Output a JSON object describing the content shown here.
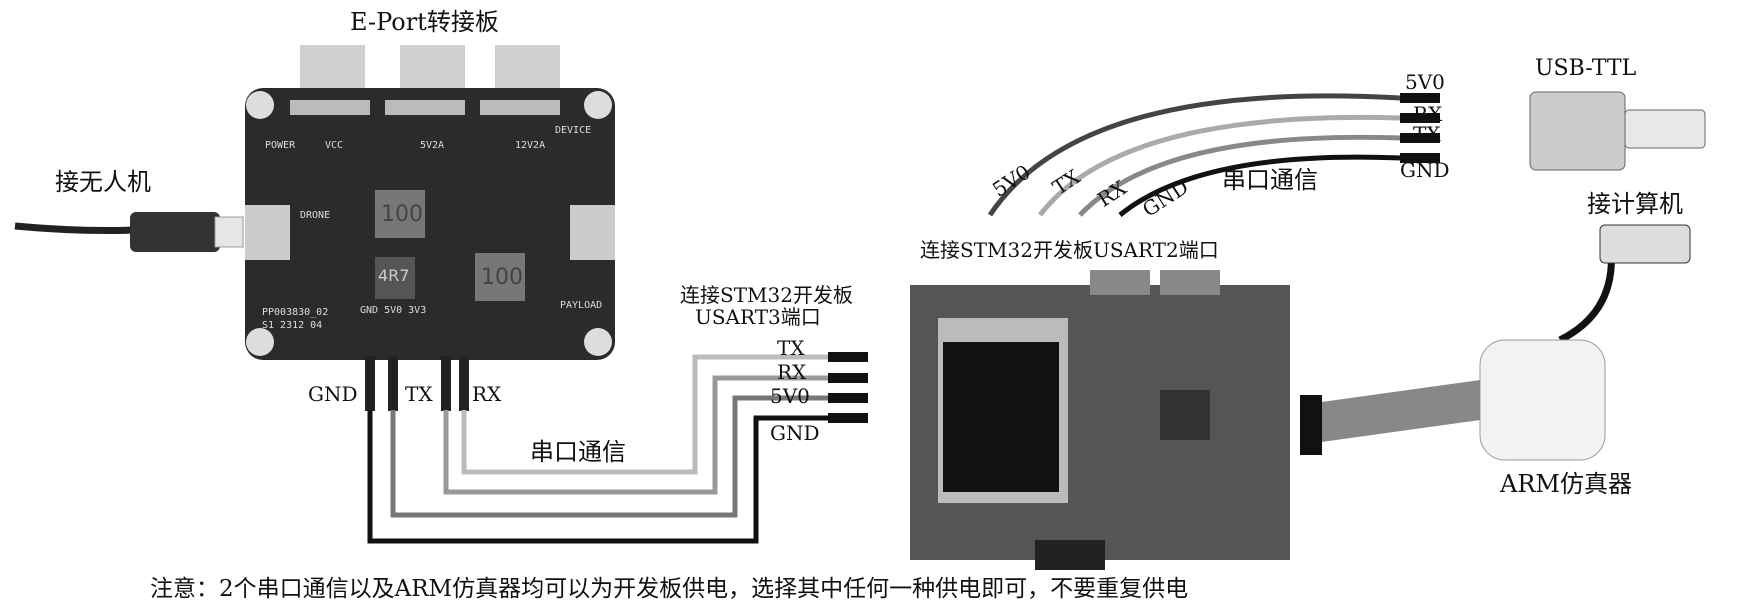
{
  "eport": {
    "title": "E-Port转接板",
    "left_label": "接无人机",
    "pins": {
      "gnd": "GND",
      "tx": "TX",
      "rx": "RX"
    },
    "silk": {
      "power": "POWER",
      "vcc": "VCC",
      "v5": "5V2A",
      "v12": "12V2A",
      "drone": "DRONE",
      "payload": "PAYLOAD",
      "device": "DEVICE",
      "header": "GND 5V0 3V3",
      "part": "PP003830_02",
      "rev": "S1  2312  04"
    },
    "inductors": [
      "100",
      "4R7",
      "100"
    ]
  },
  "usart3": {
    "title_line1": "连接STM32开发板",
    "title_line2": "USART3端口",
    "pins": [
      "TX",
      "RX",
      "5V0",
      "GND"
    ],
    "link_label": "串口通信"
  },
  "usart2": {
    "title": "连接STM32开发板USART2端口",
    "pins": [
      "5V0",
      "TX",
      "RX",
      "GND"
    ],
    "link_label": "串口通信"
  },
  "usb_ttl": {
    "title": "USB-TTL",
    "pins": [
      "5V0",
      "RX",
      "TX",
      "GND"
    ]
  },
  "computer_label": "接计算机",
  "arm_label": "ARM仿真器",
  "note": "注意：2个串口通信以及ARM仿真器均可以为开发板供电，选择其中任何一种供电即可，不要重复供电"
}
